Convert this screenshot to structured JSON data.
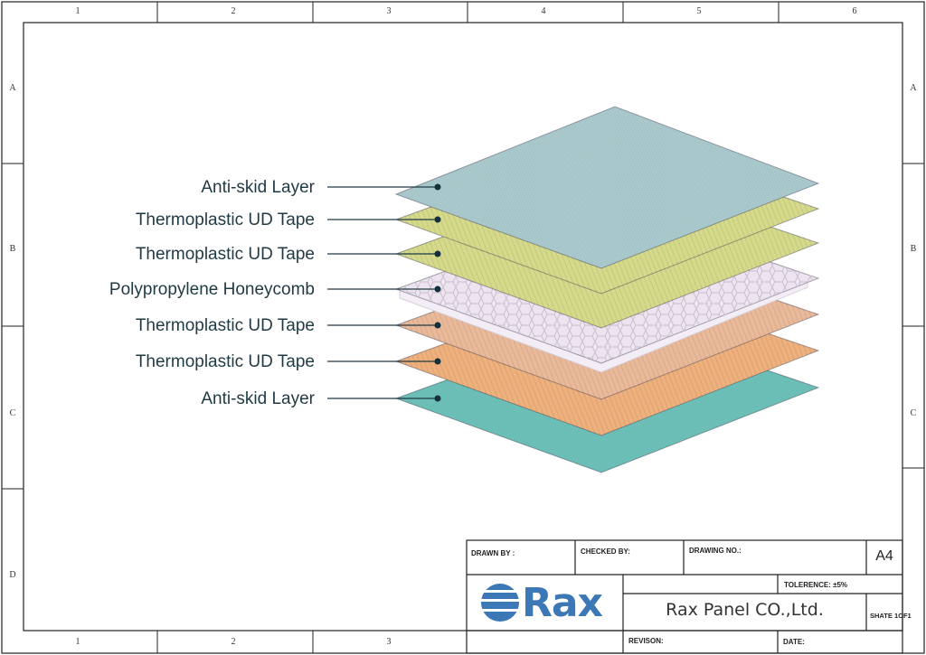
{
  "border": {
    "columns": [
      "1",
      "2",
      "3",
      "4",
      "5",
      "6"
    ],
    "rows": [
      "A",
      "B",
      "C",
      "D"
    ],
    "bottom_columns": [
      "1",
      "2",
      "3"
    ]
  },
  "diagram": {
    "layers": [
      {
        "label": "Anti-skid Layer",
        "color": "#a9c9cc"
      },
      {
        "label": "Thermoplastic UD Tape",
        "color": "#d5d98a"
      },
      {
        "label": "Thermoplastic UD Tape",
        "color": "#d5d98a"
      },
      {
        "label": "Polypropylene Honeycomb",
        "color": "#ece4ef"
      },
      {
        "label": "Thermoplastic UD Tape",
        "color": "#e9b99a"
      },
      {
        "label": "Thermoplastic UD Tape",
        "color": "#eeb07c"
      },
      {
        "label": "Anti-skid Layer",
        "color": "#6cc0b8"
      }
    ]
  },
  "title_block": {
    "drawn_by": "DRAWN BY :",
    "checked_by": "CHECKED BY:",
    "drawing_no": "DRAWING NO.:",
    "size": "A4",
    "tolerance": "TOLERENCE:  ±5%",
    "company": "Rax Panel CO.,Ltd.",
    "sheet": "SHATE 1OF1",
    "revision": "REVISON:",
    "date": "DATE:",
    "logo_text": "Rax",
    "logo_color": "#3c78b5"
  }
}
